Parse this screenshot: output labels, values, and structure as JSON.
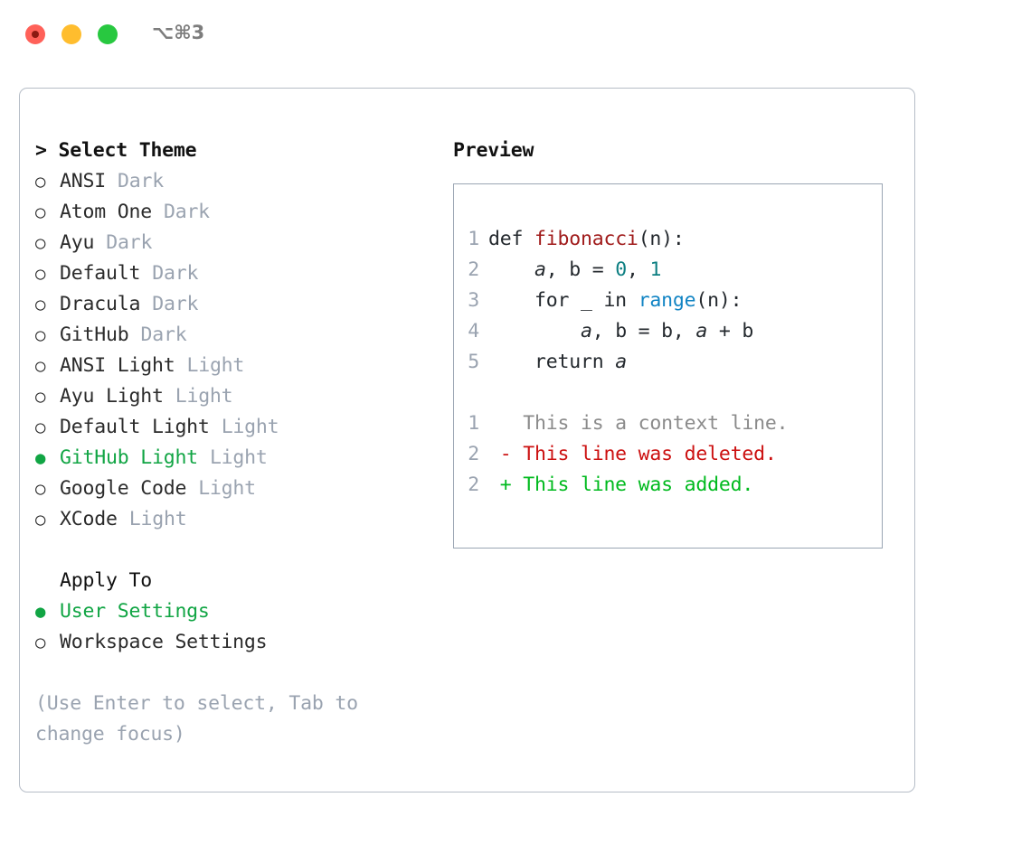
{
  "titlebar": {
    "shortcut": "⌥⌘3",
    "buttons": [
      {
        "name": "close",
        "color": "#ff6159"
      },
      {
        "name": "minimize",
        "color": "#ffbd2e"
      },
      {
        "name": "maximize",
        "color": "#28c840"
      }
    ]
  },
  "colors": {
    "accent_green": "#11a544",
    "muted_gray": "#9aa3b0",
    "text": "#2b2b2b",
    "diff_add": "#00ba1e",
    "diff_del": "#cc1111",
    "panel_border": "#b6bdc7"
  },
  "theme_picker": {
    "heading": "> Select Theme",
    "marker_unselected": "○",
    "marker_selected": "●",
    "items": [
      {
        "name": "ANSI",
        "category": "Dark",
        "selected": false
      },
      {
        "name": "Atom One",
        "category": "Dark",
        "selected": false
      },
      {
        "name": "Ayu",
        "category": "Dark",
        "selected": false
      },
      {
        "name": "Default",
        "category": "Dark",
        "selected": false
      },
      {
        "name": "Dracula",
        "category": "Dark",
        "selected": false
      },
      {
        "name": "GitHub",
        "category": "Dark",
        "selected": false
      },
      {
        "name": "ANSI Light",
        "category": "Light",
        "selected": false
      },
      {
        "name": "Ayu Light",
        "category": "Light",
        "selected": false
      },
      {
        "name": "Default Light",
        "category": "Light",
        "selected": false
      },
      {
        "name": "GitHub Light",
        "category": "Light",
        "selected": true
      },
      {
        "name": "Google Code",
        "category": "Light",
        "selected": false
      },
      {
        "name": "XCode",
        "category": "Light",
        "selected": false
      }
    ]
  },
  "apply_to": {
    "heading": "Apply To",
    "options": [
      {
        "label": "User Settings",
        "selected": true
      },
      {
        "label": "Workspace Settings",
        "selected": false
      }
    ]
  },
  "hint": "(Use Enter to select, Tab to change focus)",
  "preview": {
    "title": "Preview",
    "code_lines": [
      {
        "number": "1",
        "tokens": [
          {
            "text": "def ",
            "type": "plain"
          },
          {
            "text": "fibonacci",
            "type": "func"
          },
          {
            "text": "(n):",
            "type": "plain"
          }
        ]
      },
      {
        "number": "2",
        "tokens": [
          {
            "text": "    ",
            "type": "plain"
          },
          {
            "text": "a",
            "type": "var"
          },
          {
            "text": ", b = ",
            "type": "plain"
          },
          {
            "text": "0",
            "type": "num"
          },
          {
            "text": ", ",
            "type": "plain"
          },
          {
            "text": "1",
            "type": "num"
          }
        ]
      },
      {
        "number": "3",
        "tokens": [
          {
            "text": "    for _ in ",
            "type": "plain"
          },
          {
            "text": "range",
            "type": "builtin"
          },
          {
            "text": "(n):",
            "type": "plain"
          }
        ]
      },
      {
        "number": "4",
        "tokens": [
          {
            "text": "        ",
            "type": "plain"
          },
          {
            "text": "a",
            "type": "var"
          },
          {
            "text": ", b = b, ",
            "type": "plain"
          },
          {
            "text": "a",
            "type": "var"
          },
          {
            "text": " + b",
            "type": "plain"
          }
        ]
      },
      {
        "number": "5",
        "tokens": [
          {
            "text": "    return ",
            "type": "plain"
          },
          {
            "text": "a",
            "type": "var"
          }
        ]
      }
    ],
    "diff_lines": [
      {
        "number": "1",
        "marker": "  ",
        "text": "This is a context line.",
        "kind": "context"
      },
      {
        "number": "2",
        "marker": "- ",
        "text": "This line was deleted.",
        "kind": "deleted"
      },
      {
        "number": "2",
        "marker": "+ ",
        "text": "This line was added.",
        "kind": "added"
      }
    ]
  }
}
